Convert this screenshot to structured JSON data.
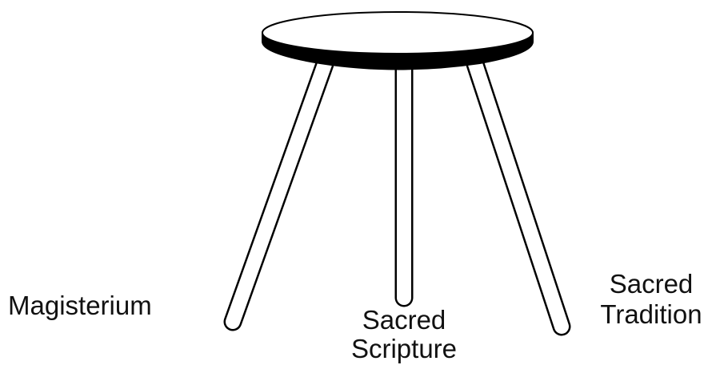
{
  "diagram": {
    "labels": {
      "left": "Magisterium",
      "center": {
        "line1": "Sacred",
        "line2": "Scripture"
      },
      "right": {
        "line1": "Sacred",
        "line2": "Tradition"
      }
    },
    "colors": {
      "outline": "#000000",
      "fill": "#ffffff",
      "text": "#111111"
    }
  }
}
